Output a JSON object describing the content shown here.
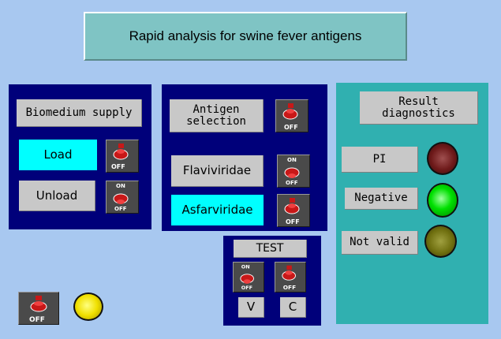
{
  "title": "Rapid analysis for swine fever antigens",
  "supply": {
    "header": "Biomedium supply",
    "load_label": "Load",
    "unload_label": "Unload",
    "switch_load": "OFF",
    "switch_unload": "ON / OFF"
  },
  "antigen": {
    "header_line1": "Antigen",
    "header_line2": "selection",
    "flavi_label": "Flaviviridae",
    "asfar_label": "Asfarviridae",
    "switch_header": "OFF",
    "switch_flavi": "ON / OFF",
    "switch_asfar": "OFF"
  },
  "test": {
    "header": "TEST",
    "v_label": "V",
    "c_label": "C",
    "switch_v": "ON / OFF",
    "switch_c": "OFF"
  },
  "result": {
    "header_line1": "Result",
    "header_line2": "diagnostics",
    "pi_label": "PI",
    "negative_label": "Negative",
    "notvalid_label": "Not valid"
  },
  "main_switch": "OFF",
  "colors": {
    "background": "#a8c8f0",
    "panel": "#00007a",
    "result_panel": "#30b0b0",
    "active_label": "#00ffff",
    "lamp_pi": "#6e1a1a",
    "lamp_negative": "#00e000",
    "lamp_notvalid": "#707010",
    "lamp_status": "#f0e000"
  },
  "icons": [
    "toggle-switch-icon",
    "indicator-lamp-icon"
  ]
}
